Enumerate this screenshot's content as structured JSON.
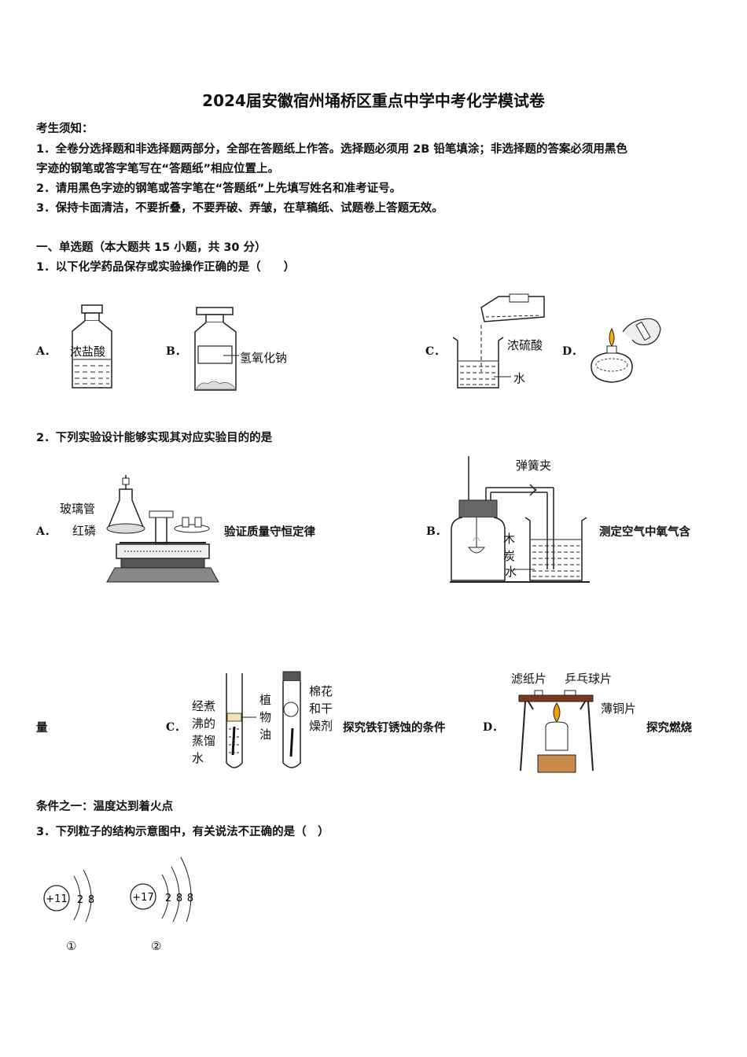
{
  "title": "2024届安徽宿州埇桥区重点中学中考化学模试卷",
  "notice": {
    "heading": "考生须知：",
    "item1_line1": "1．全卷分选择题和非选择题两部分，全部在答题纸上作答。选择题必须用 2B 铅笔填涂；非选择题的答案必须用黑色",
    "item1_line2": "字迹的钢笔或答字笔写在“答题纸”相应位置上。",
    "item2": "2．请用黑色字迹的钢笔或答字笔在“答题纸”上先填写姓名和准考证号。",
    "item3": "3．保持卡面清洁，不要折叠，不要弄破、弄皱，在草稿纸、试题卷上答题无效。"
  },
  "section1": "一、单选题（本大题共 15 小题，共 30 分）",
  "q1": {
    "stem": "1．以下化学药品保存或实验操作正确的是（　　）",
    "labels": [
      "A．",
      "B．",
      "C．",
      "D．"
    ],
    "bottle_a": "浓盐酸",
    "bottle_b": "氢氧化钠",
    "c_acid": "浓硫酸",
    "c_water": "水"
  },
  "q2": {
    "stem": "2．下列实验设计能够实现其对应实验目的的是",
    "labels": [
      "A．",
      "B．",
      "C．",
      "D．"
    ],
    "a_glass": "玻璃管",
    "a_phos": "红磷",
    "a_text": "验证质量守恒定律",
    "b_clip": "弹簧夹",
    "b_carbon1": "木",
    "b_carbon2": "炭",
    "b_water": "水",
    "b_text": "测定空气中氧气含",
    "b_text_cont": "量",
    "c_water": [
      "经煮",
      "沸的",
      "蒸馏",
      "水"
    ],
    "c_oil": [
      "植",
      "物",
      "油"
    ],
    "c_cotton": [
      "棉花",
      "和干",
      "燥剂"
    ],
    "c_text": "探究铁钉锈蚀的条件",
    "d_filter": "滤纸片",
    "d_pingpong": "乒乓球片",
    "d_copper": "薄铜片",
    "d_text": "探究燃烧",
    "d_text_cont": "条件之一：温度达到着火点"
  },
  "q3": {
    "stem": "3．下列粒子的结构示意图中，有关说法不正确的是（　）",
    "p1_nucleus": "+11",
    "p1_shells": [
      "2",
      "8"
    ],
    "p1_label": "①",
    "p2_nucleus": "+17",
    "p2_shells": [
      "2",
      "8",
      "8"
    ],
    "p2_label": "②"
  }
}
